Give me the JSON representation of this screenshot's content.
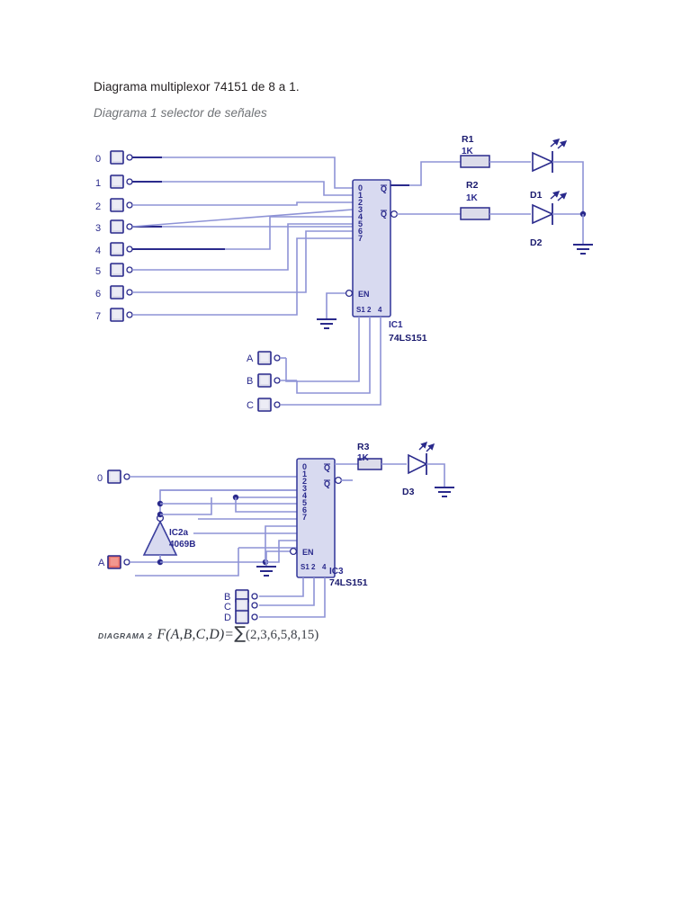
{
  "document": {
    "title_main": "Diagrama multiplexor 74151 de 8 a 1.",
    "title_sub": "Diagrama 1 selector de señales"
  },
  "diagram1": {
    "name": "Diagrama 1 selector de señales",
    "data_switches": [
      {
        "label": "0",
        "state": "open"
      },
      {
        "label": "1",
        "state": "open"
      },
      {
        "label": "2",
        "state": "open"
      },
      {
        "label": "3",
        "state": "open"
      },
      {
        "label": "4",
        "state": "open"
      },
      {
        "label": "5",
        "state": "open"
      },
      {
        "label": "6",
        "state": "open"
      },
      {
        "label": "7",
        "state": "open"
      }
    ],
    "select_switches": [
      {
        "label": "A",
        "state": "open"
      },
      {
        "label": "B",
        "state": "open"
      },
      {
        "label": "C",
        "state": "open"
      }
    ],
    "ic": {
      "refdes": "IC1",
      "part": "74LS151",
      "input_pins": [
        "0",
        "1",
        "2",
        "3",
        "4",
        "5",
        "6",
        "7"
      ],
      "enable_pin": "EN",
      "select_pins": [
        "S1",
        "2",
        "4"
      ],
      "output_pins": [
        "Q",
        "Q"
      ]
    },
    "resistors": [
      {
        "refdes": "R1",
        "value": "1K"
      },
      {
        "refdes": "R2",
        "value": "1K"
      }
    ],
    "leds": [
      {
        "refdes": "D1"
      },
      {
        "refdes": "D2"
      }
    ]
  },
  "diagram2": {
    "caption_label": "DIAGRAMA 2",
    "formula": "F(A,B,C,D)=",
    "formula_sum": "∑",
    "formula_minterms": "(2,3,6,5,8,15)",
    "data_switches": [
      {
        "label": "0",
        "state": "open"
      }
    ],
    "select_switches": [
      {
        "label": "A",
        "state": "active"
      },
      {
        "label": "B",
        "state": "open"
      },
      {
        "label": "C",
        "state": "open"
      },
      {
        "label": "D",
        "state": "open"
      }
    ],
    "inverter": {
      "refdes": "IC2a",
      "part": "4069B"
    },
    "ic": {
      "refdes": "IC3",
      "part": "74LS151",
      "input_pins": [
        "0",
        "1",
        "2",
        "3",
        "4",
        "5",
        "6",
        "7"
      ],
      "enable_pin": "EN",
      "select_pins": [
        "S1",
        "2",
        "4"
      ],
      "output_pins": [
        "Q",
        "Q"
      ]
    },
    "resistors": [
      {
        "refdes": "R3",
        "value": "1K"
      }
    ],
    "leds": [
      {
        "refdes": "D3"
      }
    ]
  },
  "colors": {
    "wire": "#8e93d6",
    "wire_dark": "#2a2a8c",
    "ic_fill": "#d8daf0",
    "ic_stroke": "#3b3f9e",
    "switch_fill": "#dcdcea",
    "switch_active": "#e8736a",
    "text": "#231f20",
    "label": "#2a2a8c"
  }
}
